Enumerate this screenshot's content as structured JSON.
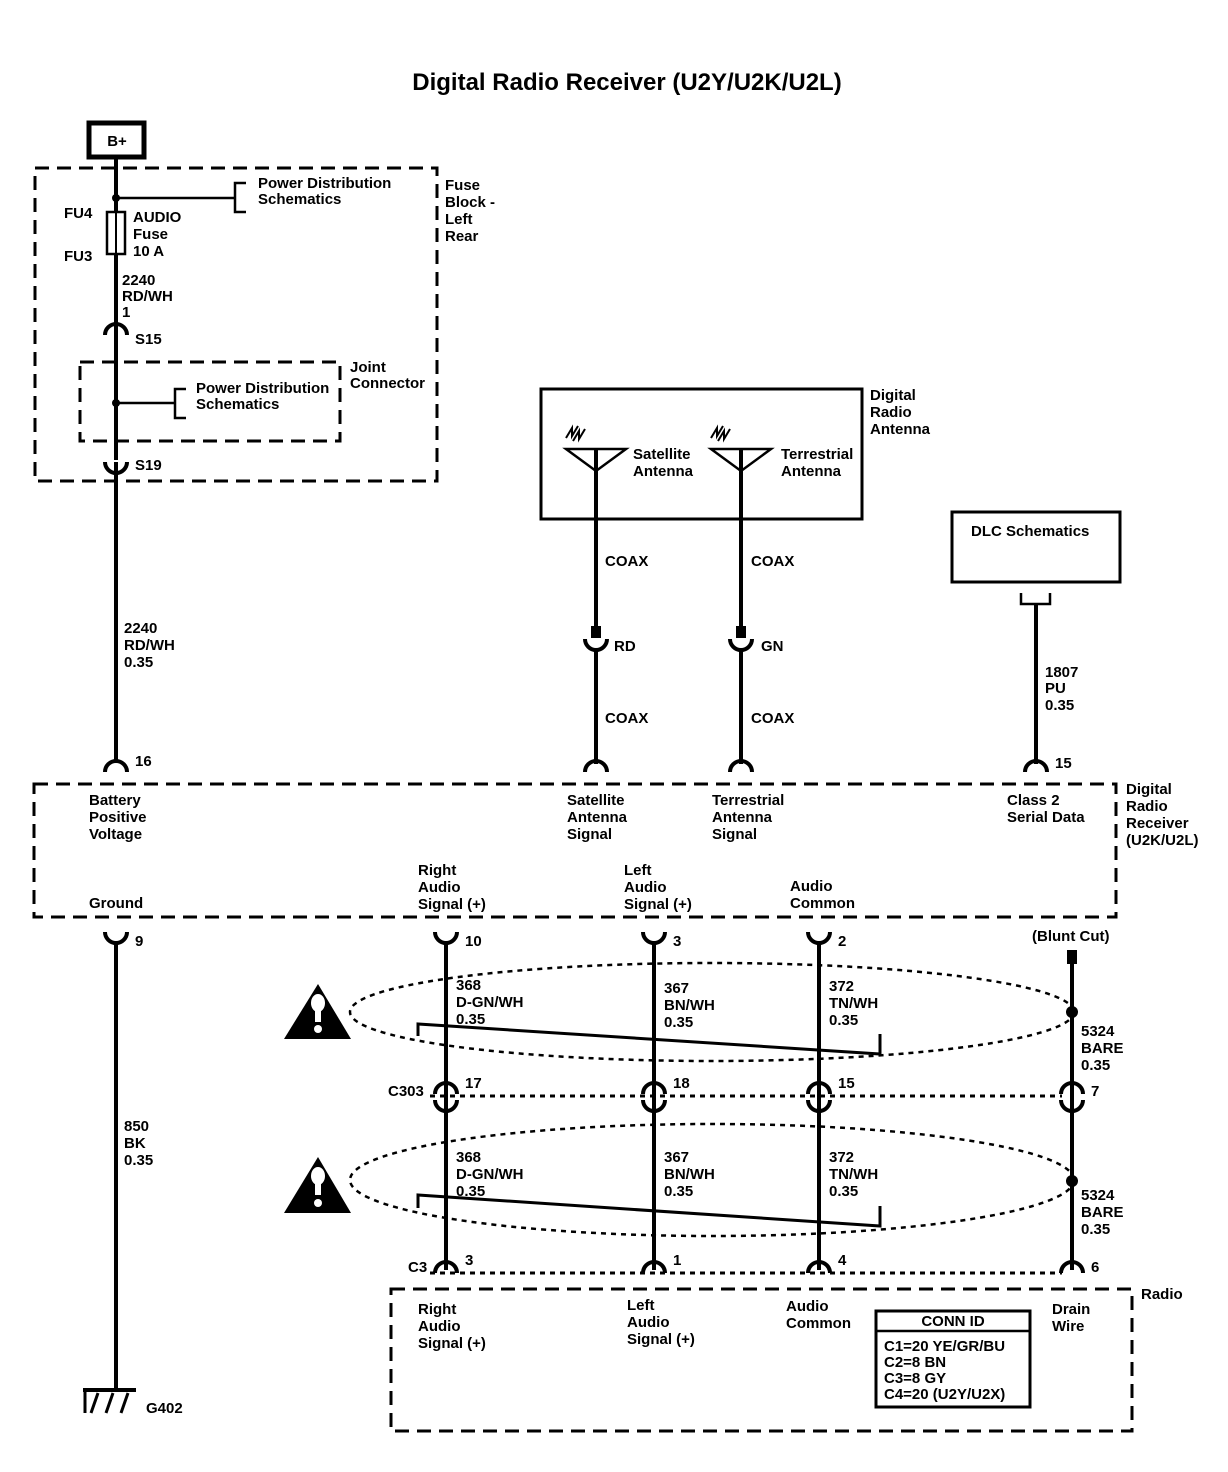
{
  "title": "Digital Radio Receiver (U2Y/U2K/U2L)",
  "battery": "B+",
  "fuse_block": {
    "label": [
      "Fuse",
      "Block -",
      "Left",
      "Rear"
    ],
    "power_dist": [
      "Power Distribution",
      "Schematics"
    ],
    "fu4": "FU4",
    "fu3": "FU3",
    "fuse": [
      "AUDIO",
      "Fuse",
      "10 A"
    ],
    "wire_top": [
      "2240",
      "RD/WH",
      "1"
    ],
    "s15": "S15",
    "s19": "S19"
  },
  "joint_connector": {
    "label": [
      "Joint",
      "Connector"
    ],
    "power_dist": [
      "Power Distribution",
      "Schematics"
    ]
  },
  "battery_wire": [
    "2240",
    "RD/WH",
    "0.35"
  ],
  "antenna": {
    "label": [
      "Digital",
      "Radio",
      "Antenna"
    ],
    "satellite": [
      "Satellite",
      "Antenna"
    ],
    "terrestrial": [
      "Terrestrial",
      "Antenna"
    ],
    "coax": "COAX",
    "rd": "RD",
    "gn": "GN"
  },
  "dlc": {
    "label": "DLC Schematics",
    "wire": [
      "1807",
      "PU",
      "0.35"
    ]
  },
  "receiver": {
    "label": [
      "Digital",
      "Radio",
      "Receiver",
      "(U2K/U2L)"
    ],
    "pin_battery": "16",
    "pin_class2": "15",
    "battery_voltage": [
      "Battery",
      "Positive",
      "Voltage"
    ],
    "satellite_signal": [
      "Satellite",
      "Antenna",
      "Signal"
    ],
    "terrestrial_signal": [
      "Terrestrial",
      "Antenna",
      "Signal"
    ],
    "class2": [
      "Class 2",
      "Serial Data"
    ],
    "ground": "Ground",
    "right_audio": [
      "Right",
      "Audio",
      "Signal (+)"
    ],
    "left_audio": [
      "Left",
      "Audio",
      "Signal (+)"
    ],
    "audio_common": [
      "Audio",
      "Common"
    ],
    "pin_ground": "9",
    "pin_right": "10",
    "pin_left": "3",
    "pin_common": "2"
  },
  "blunt_cut": "(Blunt Cut)",
  "wires_upper": {
    "right": [
      "368",
      "D-GN/WH",
      "0.35"
    ],
    "left": [
      "367",
      "BN/WH",
      "0.35"
    ],
    "common": [
      "372",
      "TN/WH",
      "0.35"
    ],
    "drain": [
      "5324",
      "BARE",
      "0.35"
    ]
  },
  "c303": {
    "label": "C303",
    "pins": [
      "17",
      "18",
      "15",
      "7"
    ]
  },
  "wires_lower": {
    "right": [
      "368",
      "D-GN/WH",
      "0.35"
    ],
    "left": [
      "367",
      "BN/WH",
      "0.35"
    ],
    "common": [
      "372",
      "TN/WH",
      "0.35"
    ],
    "drain": [
      "5324",
      "BARE",
      "0.35"
    ]
  },
  "ground_wire": [
    "850",
    "BK",
    "0.35"
  ],
  "c3": {
    "label": "C3",
    "pins": [
      "3",
      "1",
      "4",
      "6"
    ]
  },
  "radio": {
    "label": "Radio",
    "right_audio": [
      "Right",
      "Audio",
      "Signal (+)"
    ],
    "left_audio": [
      "Left",
      "Audio",
      "Signal (+)"
    ],
    "audio_common": [
      "Audio",
      "Common"
    ],
    "drain": [
      "Drain",
      "Wire"
    ]
  },
  "conn_id": {
    "title": "CONN ID",
    "rows": [
      "C1=20 YE/GR/BU",
      "C2=8 BN",
      "C3=8 GY",
      "C4=20 (U2Y/U2X)"
    ]
  },
  "ground_id": "G402"
}
